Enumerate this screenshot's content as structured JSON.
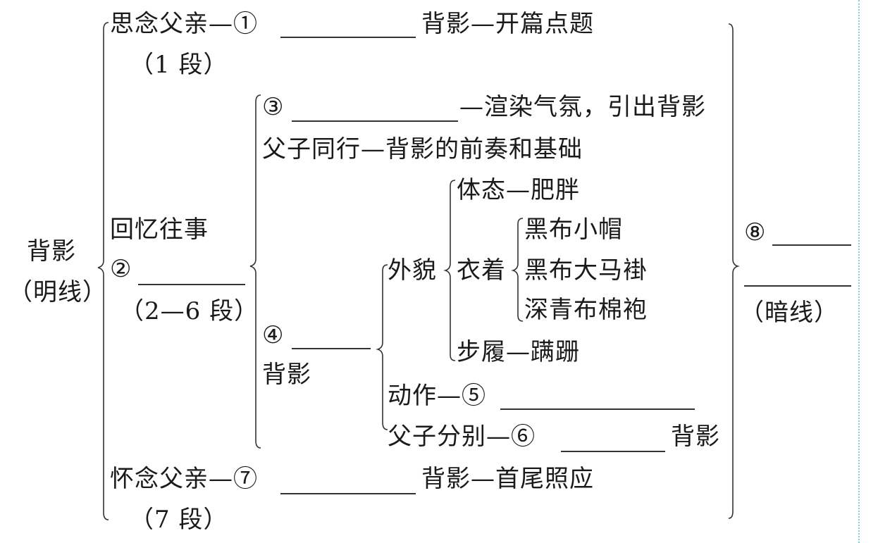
{
  "root": {
    "title": "背影",
    "subtitle": "（明线）"
  },
  "part1": {
    "label": "思念父亲—①",
    "after_blank": "背影—开篇点题",
    "para": "（1 段）"
  },
  "part2": {
    "label": "回忆往事",
    "blank_label": "②",
    "para": "（2—6 段）",
    "sub": {
      "item3": {
        "label": "③",
        "after_blank": "—渲染气氛，引出背影"
      },
      "together": "父子同行—背影的前奏和基础",
      "item4": {
        "label": "④",
        "label2": "背影"
      },
      "appearance": {
        "label": "外貌",
        "posture": "体态—肥胖",
        "clothing": {
          "label": "衣着",
          "items": [
            "黑布小帽",
            "黑布大马褂",
            "深青布棉袍"
          ]
        },
        "gait": "步履—蹒跚"
      },
      "action": {
        "label": "动作—⑤"
      },
      "parting": {
        "label": "父子分别—⑥",
        "after_blank": "背影"
      }
    }
  },
  "part3": {
    "label": "怀念父亲—⑦",
    "after_blank": "背影—首尾照应",
    "para": "（7 段）"
  },
  "right": {
    "label": "⑧",
    "subtitle": "（暗线）"
  }
}
